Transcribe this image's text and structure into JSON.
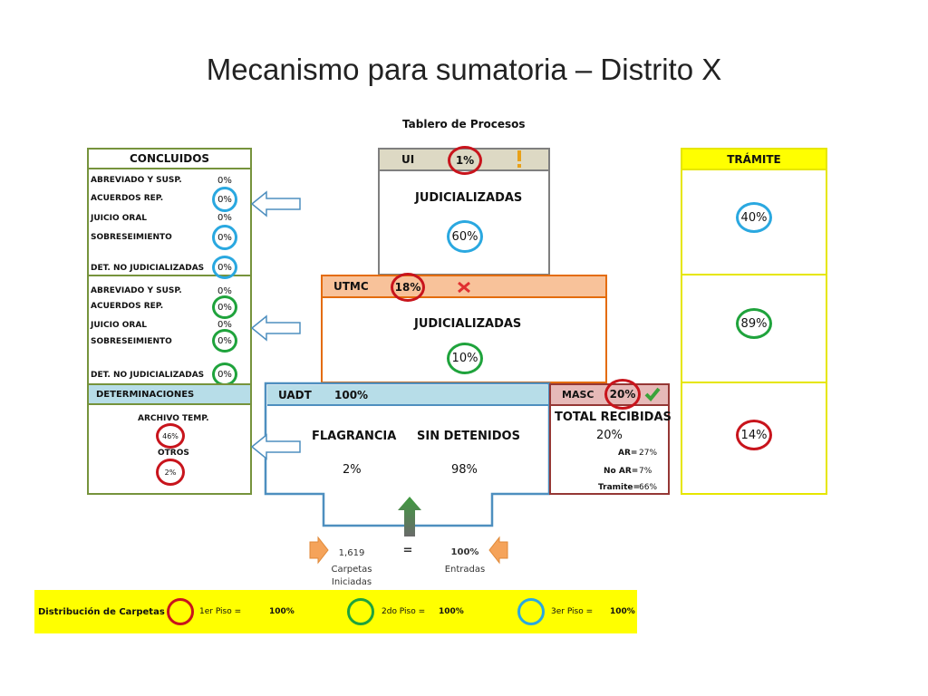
{
  "slide": {
    "title": "Mecanismo para sumatoria – Distrito X"
  },
  "board": {
    "title": "Tablero de Procesos"
  },
  "colors": {
    "olive": "#76933c",
    "orange": "#e46c0a",
    "orange_fill": "#f8c29a",
    "blue": "#4e8fbf",
    "blue_fill": "#b7dde8",
    "maroon": "#953735",
    "maroon_fill": "#e6b9b8",
    "yellow": "#ffff00",
    "gray_fill": "#ddd9c4",
    "red": "#c8141c",
    "green": "#1fa33c",
    "cyan": "#2aa8e0"
  },
  "concluidos": {
    "header": "CONCLUIDOS",
    "group1": [
      {
        "label": "ABREVIADO Y SUSP.",
        "value": "0%"
      },
      {
        "label": "ACUERDOS REP.",
        "value": "0%"
      },
      {
        "label": "JUICIO ORAL",
        "value": "0%"
      },
      {
        "label": "SOBRESEIMIENTO",
        "value": "0%"
      },
      {
        "label": "DET. NO JUDICIALIZADAS",
        "value": "0%"
      }
    ],
    "group2": [
      {
        "label": "ABREVIADO Y SUSP.",
        "value": "0%"
      },
      {
        "label": "ACUERDOS REP.",
        "value": "0%"
      },
      {
        "label": "JUICIO ORAL",
        "value": "0%"
      },
      {
        "label": "SOBRESEIMIENTO",
        "value": "0%"
      },
      {
        "label": "DET. NO JUDICIALIZADAS",
        "value": "0%"
      }
    ],
    "determinaciones": {
      "header": "DETERMINACIONES",
      "archivo_label": "ARCHIVO TEMP.",
      "archivo_value": "46%",
      "otros_label": "OTROS",
      "otros_value": "2%"
    }
  },
  "ui": {
    "header": "UI",
    "value": "1%",
    "label": "JUDICIALIZADAS",
    "percent": "60%"
  },
  "utmc": {
    "header": "UTMC",
    "value": "18%",
    "label": "JUDICIALIZADAS",
    "percent": "10%"
  },
  "uadt": {
    "header": "UADT",
    "value": "100%",
    "flagrancia_label": "FLAGRANCIA",
    "flagrancia_value": "2%",
    "sin_label": "SIN DETENIDOS",
    "sin_value": "98%"
  },
  "masc": {
    "header": "MASC",
    "value": "20%",
    "total_label": "TOTAL RECIBIDAS",
    "total_value": "20%",
    "rows": [
      {
        "label": "AR=",
        "value": "27%"
      },
      {
        "label": "No AR=",
        "value": "7%"
      },
      {
        "label": "Tramite=",
        "value": "66%"
      }
    ]
  },
  "tramite": {
    "header": "TRÁMITE",
    "values": [
      "40%",
      "89%",
      "14%"
    ]
  },
  "summary": {
    "carpetas_value": "1,619",
    "carpetas_label1": "Carpetas",
    "carpetas_label2": "Iniciadas",
    "equals": "=",
    "entradas_value": "100%",
    "entradas_label": "Entradas"
  },
  "legend": {
    "title": "Distribución de Carpetas",
    "items": [
      {
        "label": "1er Piso =",
        "value": "100%"
      },
      {
        "label": "2do Piso =",
        "value": "100%"
      },
      {
        "label": "3er Piso =",
        "value": "100%"
      }
    ]
  }
}
